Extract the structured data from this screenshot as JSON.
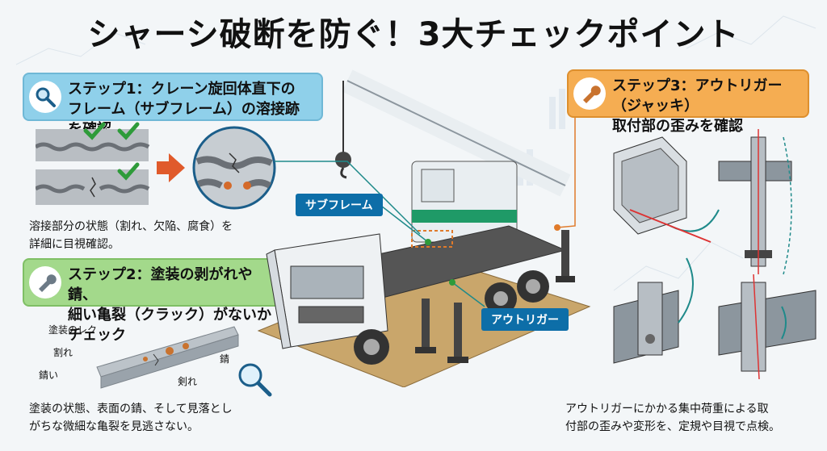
{
  "title": "シャーシ破断を防ぐ！3大チェックポイント",
  "step1": {
    "line1": "ステップ1：クレーン旋回体直下の",
    "line2": "フレーム（サブフレーム）の溶接跡を確認",
    "caption1": "溶接部分の状態（割れ、欠陥、腐食）を",
    "caption2": "詳細に目視確認。",
    "icon": "magnifier-icon"
  },
  "step2": {
    "line1": "ステップ2：塗装の剥がれや錆、",
    "line2": "細い亀裂（クラック）がないかチェック",
    "caption1": "塗装の状態、表面の錆、そして見落とし",
    "caption2": "がちな微細な亀裂を見逃さない。",
    "labels": {
      "paint": "塗装のレク",
      "crack1": "割れ",
      "rust1": "錆い",
      "rust2": "錆",
      "crack2": "剣れ"
    },
    "icon": "wrench-icon"
  },
  "step3": {
    "line1": "ステップ3：アウトリガー（ジャッキ）",
    "line2": "取付部の歪みを確認",
    "caption1": "アウトリガーにかかる集中荷重による取",
    "caption2": "付部の歪みや変形を、定規や目視で点検。",
    "icon": "wrench-icon"
  },
  "tags": {
    "subframe": "サブフレーム",
    "outrigger": "アウトリガー"
  },
  "colors": {
    "step1": "#8fd0ea",
    "step2": "#a3d98b",
    "step3": "#f5ad52",
    "tag": "#0d6ea8",
    "accent": "#e05a2b"
  }
}
